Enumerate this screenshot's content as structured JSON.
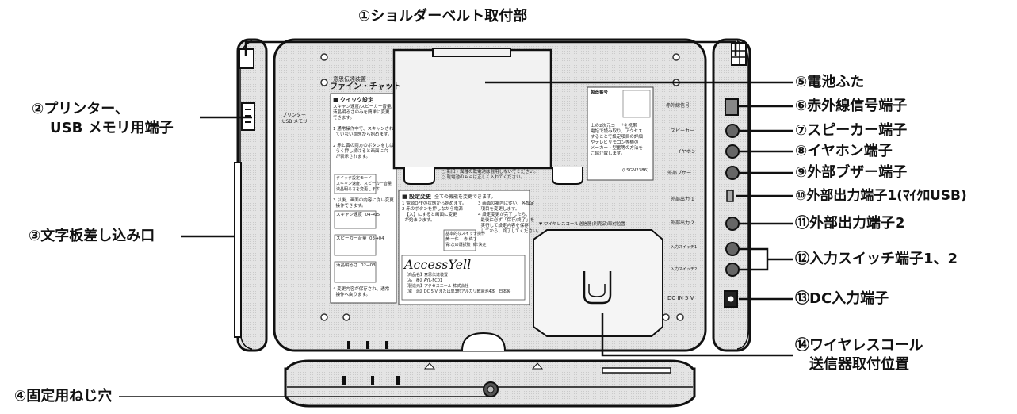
{
  "callouts": {
    "c1": "①ショルダーベルト取付部",
    "c2_line1": "②プリンター、",
    "c2_line2": "USB メモリ用端子",
    "c3": "③文字板差し込み口",
    "c4": "④固定用ねじ穴",
    "c5": "⑤電池ふた",
    "c6": "⑥赤外線信号端子",
    "c7": "⑦スピーカー端子",
    "c8": "⑧イヤホン端子",
    "c9": "⑨外部ブザー端子",
    "c10": "⑩外部出力端子1(ﾏｲｸﾛUSB)",
    "c11": "⑪外部出力端子2",
    "c12": "⑫入力スイッチ端子1、2",
    "c13": "⑬DC入力端子",
    "c14_line1": "⑭ワイヤレスコール",
    "c14_line2": "送信器取付位置"
  },
  "device": {
    "subtitle": "意思伝達装置",
    "title": "ファイン・チャット",
    "printer_label_1": "プリンター",
    "printer_label_2": "USB メモリ",
    "quick_heading": "■ クイック設定",
    "quick_text": "スキャン速度/スピーカー音量/\n液晶明るさのみを簡単に変更\nできます。",
    "quick_steps": "1 通常操作中で、スキャンされ\n  ていない状態から始めます。\n\n2 赤と黄の両方のボタンをしば\n  らく押し続けると画面に穴\n  が表示されます。",
    "mode_box": "クイック設定モード\nスキャン速度、スピーカー音量\n液晶明るさを変更します",
    "step3": "3 以後、画面の内容に従い変更\n  操作できます。",
    "scan_speed": "スキャン速度  04→05",
    "speaker_vol": "スピーカー音量  03→04",
    "lcd_bright": "液晶明るさ  02→03",
    "step4": "4 変更内容が保存され、通常\n  操作へ戻ります。",
    "settings_heading": "■ 設定変更",
    "settings_sub": "全ての機能を変更できます。",
    "settings_text": "1 電源OFFの状態から始めます。\n2 赤のボタンを押しながら電源\n  【入】にすると画面に変更\n  が始まります。",
    "settings_text2": "3 画面の案内に従い、各設定\n  項目を変更します。\n4 設定変更が完了したら、\n  最後に必ず「保存/終了」を\n  実行して設定内容を保存\n  してから、終了してください。",
    "switch_ops": "基本的なスイッチ操作\n黄:一件    赤:終了\n青:次の選択肢  緑:決定",
    "battery_note": "○ 新旧・異種の乾電池は混用しないでください。\n○ 乾電池の⊕ ⊖は正しく入れてください。",
    "qr_title": "製造番号",
    "qr_text": "上の2次元コードを携帯\n電話で読み取り、アクセス\nすることで設定項目の詳細\nやテレビリモコン等機の\nメーカー・型番等の方法を\nご紹介致します。",
    "qr_code": "(LSGN2386)",
    "wireless_label": "▼ ワイヤレスコール送信器(別売品)取付位置",
    "brand": "AccessYell",
    "product_lines": "【商品名】意思伝達装置\n【品   番】AYL-FC01\n【製造元】アクセスエール 株式会社\n【電   源】DC 5 V または単3形アルカリ乾電池4本   日本製",
    "side_labels": [
      "赤外線信号",
      "スピーカー",
      "イヤホン",
      "外部ブザー",
      "外部出力 1",
      "外部出力 2",
      "入力スイッチ1",
      "入力スイッチ2",
      "DC IN 5 V"
    ]
  }
}
